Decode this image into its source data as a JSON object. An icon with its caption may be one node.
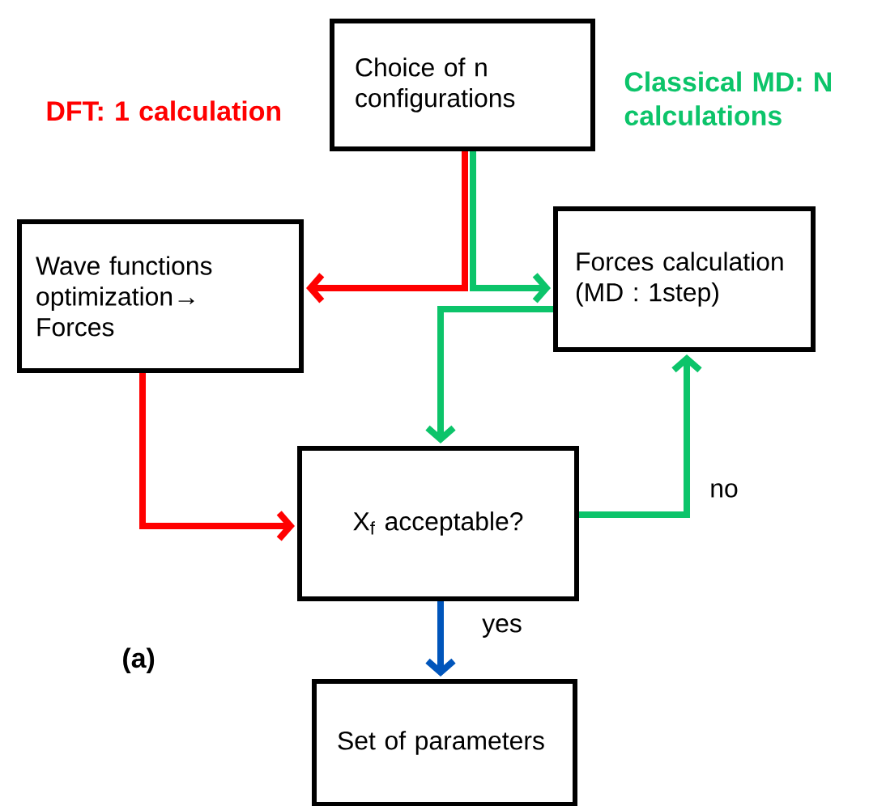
{
  "diagram": {
    "nodes": [
      {
        "text": [
          "Choice of n configurations"
        ]
      },
      {
        "text": [
          "Wave functions optimization→ Forces"
        ]
      },
      {
        "text": [
          "Forces calculation (MD : 1step)"
        ]
      },
      {
        "text": [
          "X$_{f}$ acceptable?"
        ]
      },
      {
        "text": [
          "Set of parameters"
        ]
      }
    ],
    "edges": [
      {
        "from": 0,
        "to": 1,
        "arrow": "to",
        "color": "#ff0000"
      },
      {
        "from": 0,
        "to": 2,
        "arrow": "to"
      },
      {
        "from": 2,
        "to": 3,
        "arrow": "to"
      },
      {
        "from": 1,
        "to": 3,
        "arrow": "to",
        "color": "#ff0000"
      },
      {
        "from": 3,
        "to": 2,
        "arrow": "to",
        "label": "no"
      },
      {
        "from": 3,
        "to": 4,
        "arrow": "to",
        "label": "yes",
        "color": "#0055bb"
      }
    ],
    "labels": [
      "DFT: 1 calculation",
      "Classical MD: N calculations",
      "(a)"
    ]
  }
}
